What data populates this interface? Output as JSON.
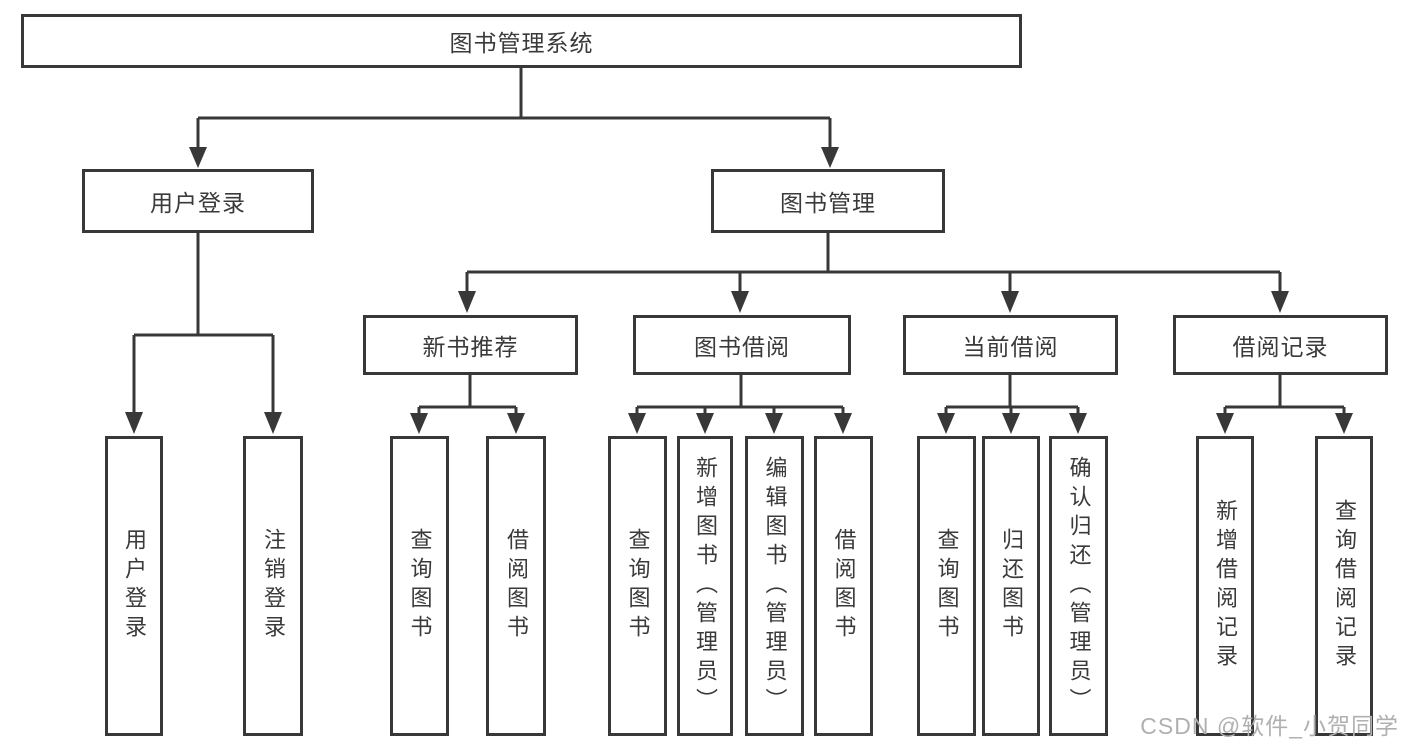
{
  "colors": {
    "line": "#383838",
    "text": "#3a3a3a",
    "box_background": "#ffffff",
    "watermark": "#b0b0b0"
  },
  "watermark": {
    "text": "CSDN @软件_小贺同学"
  },
  "tree": {
    "root": {
      "label": "图书管理系统"
    },
    "branches": [
      {
        "label": "用户登录",
        "children": [
          {
            "label": "用户登录"
          },
          {
            "label": "注销登录"
          }
        ]
      },
      {
        "label": "图书管理",
        "groups": [
          {
            "label": "新书推荐",
            "children": [
              {
                "label": "查询图书"
              },
              {
                "label": "借阅图书"
              }
            ]
          },
          {
            "label": "图书借阅",
            "children": [
              {
                "label": "查询图书"
              },
              {
                "label": "新增图书（管理员）"
              },
              {
                "label": "编辑图书（管理员）"
              },
              {
                "label": "借阅图书"
              }
            ]
          },
          {
            "label": "当前借阅",
            "children": [
              {
                "label": "查询图书"
              },
              {
                "label": "归还图书"
              },
              {
                "label": "确认归还（管理员）"
              }
            ]
          },
          {
            "label": "借阅记录",
            "children": [
              {
                "label": "新增借阅记录"
              },
              {
                "label": "查询借阅记录"
              }
            ]
          }
        ]
      }
    ]
  }
}
